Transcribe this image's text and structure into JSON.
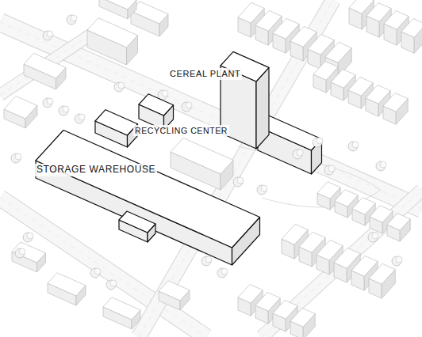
{
  "diagram": {
    "nodes": [
      {
        "text": [
          "CEREAL PLANT"
        ]
      },
      {
        "text": [
          "RECYCLING CENTER"
        ]
      },
      {
        "text": [
          "STORAGE WAREHOUSE"
        ]
      }
    ]
  }
}
